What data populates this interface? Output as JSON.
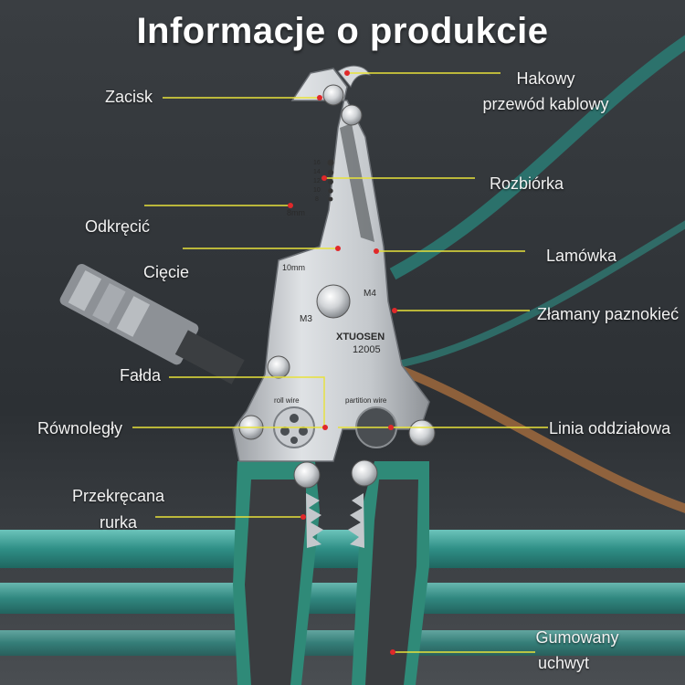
{
  "title": "Informacje o produkcie",
  "brand": {
    "name": "XTUOSEN",
    "model": "12005"
  },
  "engravings": {
    "gauges": [
      "16",
      "14",
      "12",
      "10",
      "8"
    ],
    "nut_8": "8mm",
    "nut_10": "10mm",
    "m4": "M4",
    "m3": "M3",
    "roll_wire": "roll wire",
    "partition_wire": "partition wire"
  },
  "labels": {
    "zacisk": "Zacisk",
    "hakowy_1": "Hakowy",
    "hakowy_2": "przewód kablowy",
    "rozbiorka": "Rozbiórka",
    "odkrecic": "Odkręcić",
    "ciecie": "Cięcie",
    "lamowka": "Lamówka",
    "zlamany": "Złamany paznokieć",
    "falda": "Fałda",
    "rownolegly": "Równoległy",
    "linia": "Linia oddziałowa",
    "przekrecana_1": "Przekręcana",
    "przekrecana_2": "rurka",
    "gumowany_1": "Gumowany",
    "gumowany_2": "uchwyt"
  },
  "colors": {
    "leader_line": "#e8e23a",
    "marker": "#e0282a",
    "label_text": "#f2f2f2",
    "handle_teal": "#2f8a78",
    "handle_dark": "#3a3d40",
    "steel": "#c9ccd0",
    "cable": "#3fa39a"
  }
}
